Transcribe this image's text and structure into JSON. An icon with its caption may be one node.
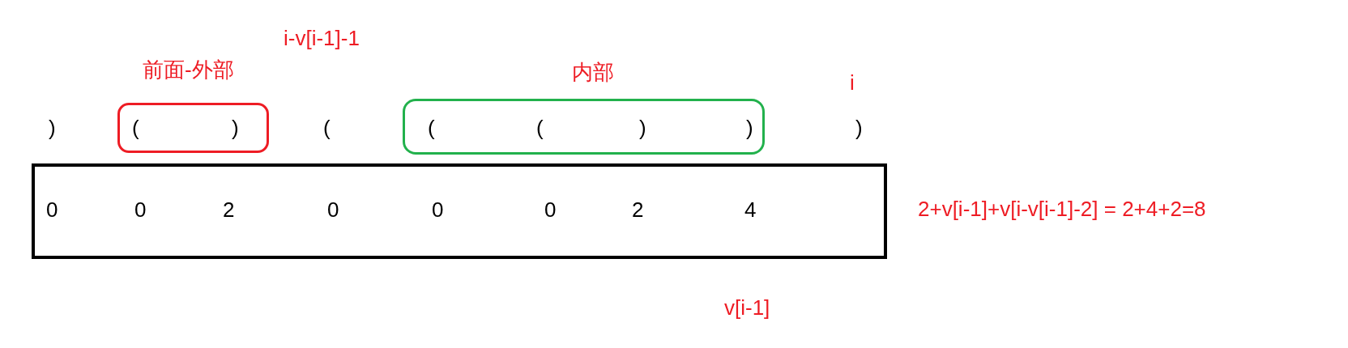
{
  "diagram": {
    "nodes": [
      {
        "text": [
          "前面-外部",
          "(",
          ")"
        ]
      },
      {
        "text": [
          "内部",
          "(",
          "(",
          ")",
          ")"
        ]
      },
      {
        "text": [
          "0",
          "0",
          "2",
          "0",
          "0",
          "0",
          "2",
          "4"
        ]
      }
    ],
    "labels": [
      ")",
      "i-v[i-1]-1",
      "(",
      "i",
      ")",
      "2+v[i-1]+v[i-v[i-1]-2] = 2+4+2=8",
      "v[i-1]"
    ]
  }
}
